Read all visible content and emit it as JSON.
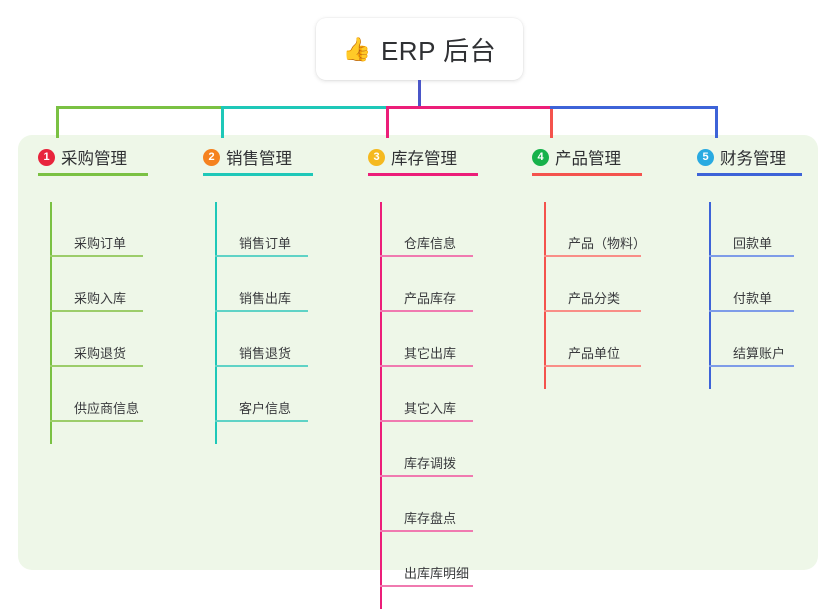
{
  "canvas": {
    "background": "#eef7e8"
  },
  "root": {
    "icon": "thumbs-up-icon",
    "icon_glyph": "👍",
    "title": "ERP 后台",
    "stem_color": "#4a56c8"
  },
  "branches": [
    {
      "number": "1",
      "title": "采购管理",
      "color": "#7ac143",
      "badge_color": "#e8243c",
      "leaf_color": "#9ccd6a",
      "children": [
        {
          "label": "采购订单"
        },
        {
          "label": "采购入库"
        },
        {
          "label": "采购退货"
        },
        {
          "label": "供应商信息"
        }
      ]
    },
    {
      "number": "2",
      "title": "销售管理",
      "color": "#1ec8b8",
      "badge_color": "#f5821f",
      "leaf_color": "#5fd3c6",
      "children": [
        {
          "label": "销售订单"
        },
        {
          "label": "销售出库"
        },
        {
          "label": "销售退货"
        },
        {
          "label": "客户信息"
        }
      ]
    },
    {
      "number": "3",
      "title": "库存管理",
      "color": "#ec1e79",
      "badge_color": "#f5b91f",
      "leaf_color": "#f07ab0",
      "children": [
        {
          "label": "仓库信息"
        },
        {
          "label": "产品库存"
        },
        {
          "label": "其它出库"
        },
        {
          "label": "其它入库"
        },
        {
          "label": "库存调拨"
        },
        {
          "label": "库存盘点"
        },
        {
          "label": "出库库明细"
        }
      ]
    },
    {
      "number": "4",
      "title": "产品管理",
      "color": "#f4534d",
      "badge_color": "#17b24b",
      "leaf_color": "#f98e87",
      "children": [
        {
          "label": "产品（物料）"
        },
        {
          "label": "产品分类"
        },
        {
          "label": "产品单位"
        }
      ]
    },
    {
      "number": "5",
      "title": "财务管理",
      "color": "#3d63d8",
      "badge_color": "#29aae1",
      "leaf_color": "#7e9ce8",
      "children": [
        {
          "label": "回款单"
        },
        {
          "label": "付款单"
        },
        {
          "label": "结算账户"
        }
      ]
    }
  ]
}
